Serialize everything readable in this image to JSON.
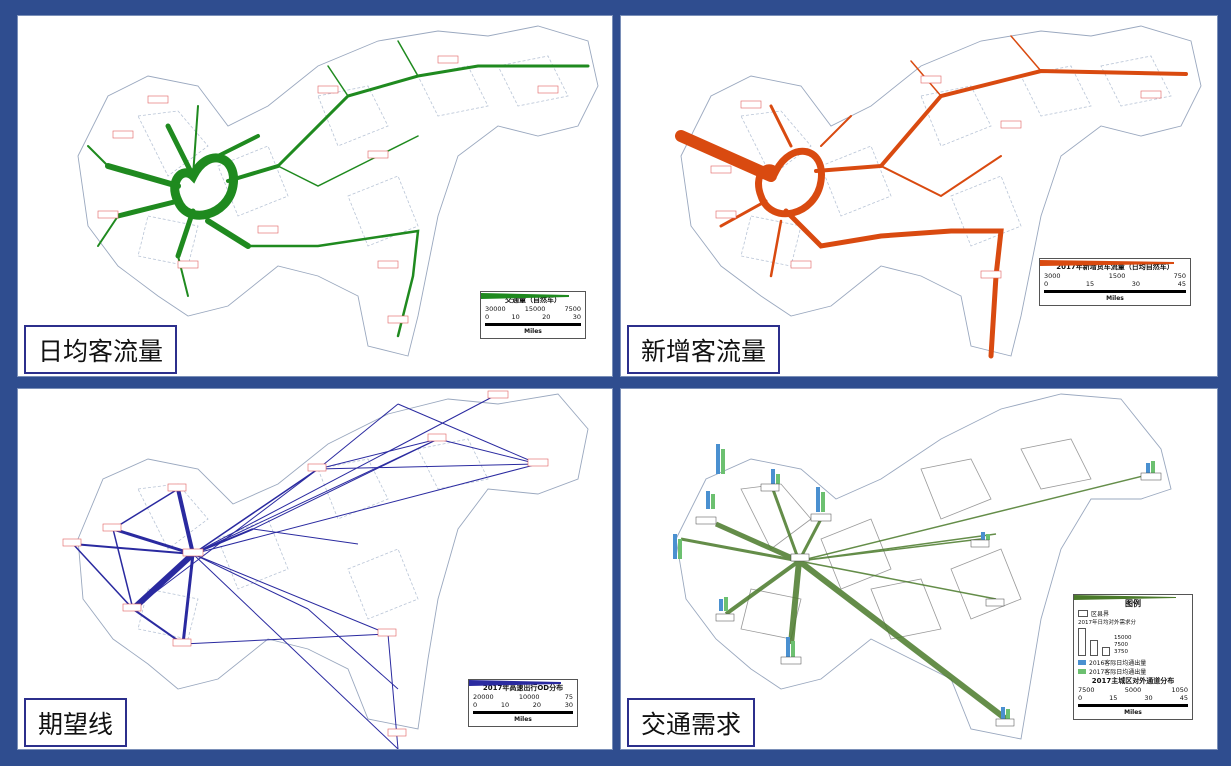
{
  "panels": [
    {
      "caption": "日均客流量",
      "color": "#1f8a1f",
      "legend": {
        "title": "交通量（自然车）",
        "values": [
          "30000",
          "15000",
          "7500"
        ],
        "scale": [
          "0",
          "10",
          "20",
          "30"
        ],
        "unit": "Miles"
      }
    },
    {
      "caption": "新增客流量",
      "color": "#d94a10",
      "legend": {
        "title": "2017年新增货车流量（日均自然车）",
        "values": [
          "3000",
          "1500",
          "750"
        ],
        "scale": [
          "0",
          "15",
          "30",
          "45"
        ],
        "unit": "Miles"
      }
    },
    {
      "caption": "期望线",
      "color": "#2a2aa0",
      "legend": {
        "title": "2017年高速出行OD分布",
        "values": [
          "20000",
          "10000",
          "75"
        ],
        "scale": [
          "0",
          "10",
          "20",
          "30"
        ],
        "unit": "Miles"
      }
    },
    {
      "caption": "交通需求",
      "color": "#4a7a2a",
      "legend": {
        "heading": "图例",
        "boundary_label": "区县界",
        "demand_label": "2017年日均对外需求分",
        "bar_values": [
          "15000",
          "7500",
          "3750"
        ],
        "series_2016": "2016客际日均通出量",
        "series_2017": "2017客际日均通出量",
        "flow_title": "2017主城区对外通道分布",
        "flow_values": [
          "7500",
          "5000",
          "1050"
        ],
        "scale": [
          "0",
          "15",
          "30",
          "45"
        ],
        "unit": "Miles"
      },
      "bar_colors": {
        "s2016": "#4a90d0",
        "s2017": "#6cc070"
      }
    }
  ]
}
